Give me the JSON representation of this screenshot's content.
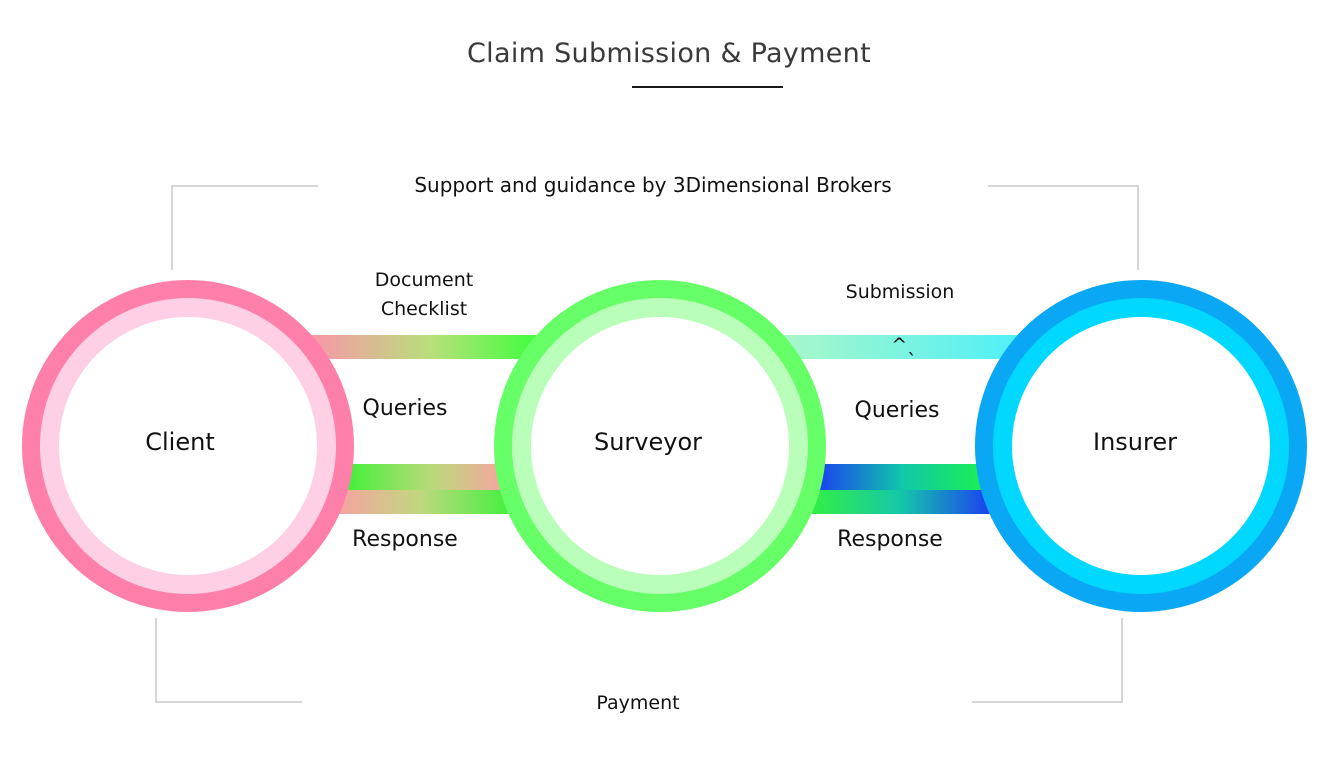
{
  "title": "Claim Submission & Payment",
  "support_label": "Support and guidance by 3Dimensional Brokers",
  "payment_label": "Payment",
  "nodes": {
    "client": "Client",
    "surveyor": "Surveyor",
    "insurer": "Insurer"
  },
  "left_link": {
    "document_checklist": "Document Checklist",
    "queries": "Queries",
    "response": "Response"
  },
  "right_link": {
    "submission": "Submission",
    "marker": "^ˎ",
    "queries": "Queries",
    "response": "Response"
  },
  "colors": {
    "client_outer": "#ff7fab",
    "client_inner": "#ffcfe6",
    "surveyor_outer": "#67ff67",
    "surveyor_inner": "#b9ffb9",
    "insurer_outer": "#0aa7f5",
    "insurer_inner": "#00d8ff",
    "bracket_line": "#c8c8c8"
  }
}
